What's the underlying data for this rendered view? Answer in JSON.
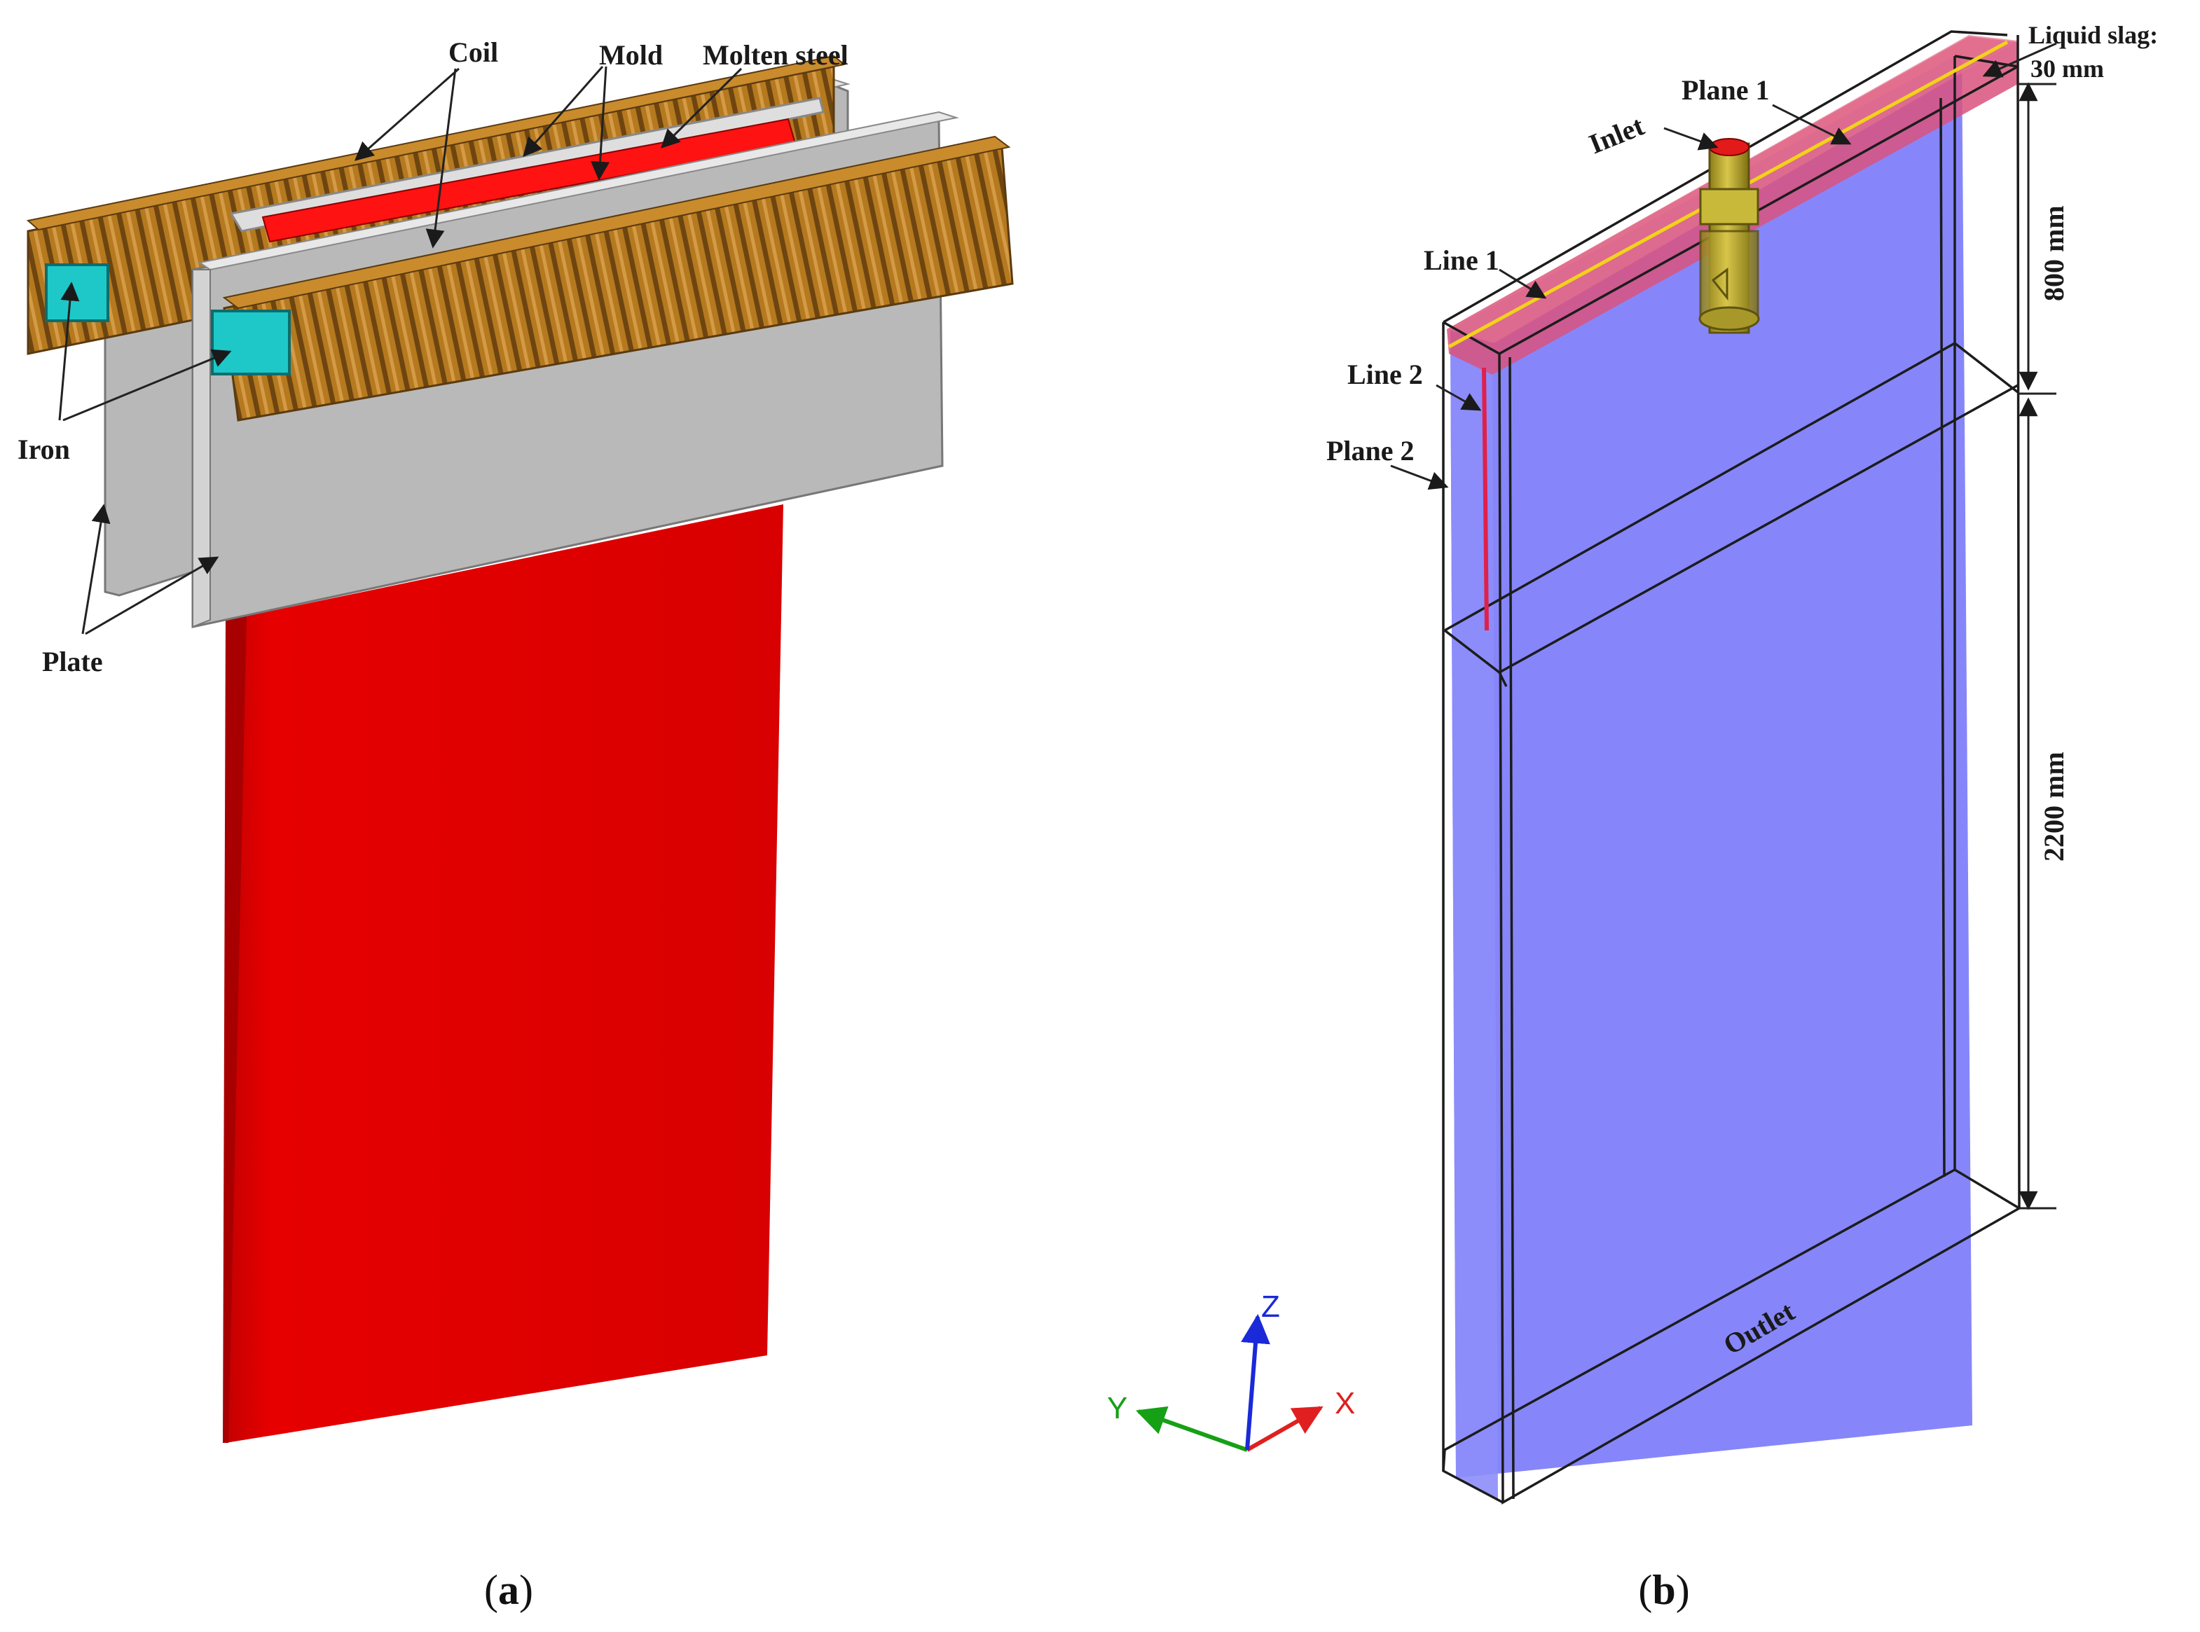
{
  "panel_a": {
    "labels": {
      "coil": "Coil",
      "mold": "Mold",
      "molten_steel": "Molten steel",
      "iron": "Iron",
      "plate": "Plate"
    },
    "caption": {
      "open": "(",
      "letter": "a",
      "close": ")"
    }
  },
  "panel_b": {
    "labels": {
      "liquid_slag_1": "Liquid slag:",
      "liquid_slag_2": "30 mm",
      "plane_1": "Plane 1",
      "inlet": "Inlet",
      "line_1": "Line 1",
      "line_2": "Line 2",
      "plane_2": "Plane 2",
      "outlet": "Outlet",
      "dim_upper": "800 mm",
      "dim_lower": "2200 mm"
    },
    "axes": {
      "x": "X",
      "y": "Y",
      "z": "Z"
    },
    "caption": {
      "open": "(",
      "letter": "b",
      "close": ")"
    }
  },
  "colors": {
    "coil": "#b5791f",
    "coil_dark": "#6e4510",
    "iron": "#1ec8c8",
    "plate": "#b8b8b8",
    "steel": "#dd0000",
    "fluid": "#7f7ffa",
    "slag": "#d9527c",
    "nozzle": "#b6a52c"
  }
}
